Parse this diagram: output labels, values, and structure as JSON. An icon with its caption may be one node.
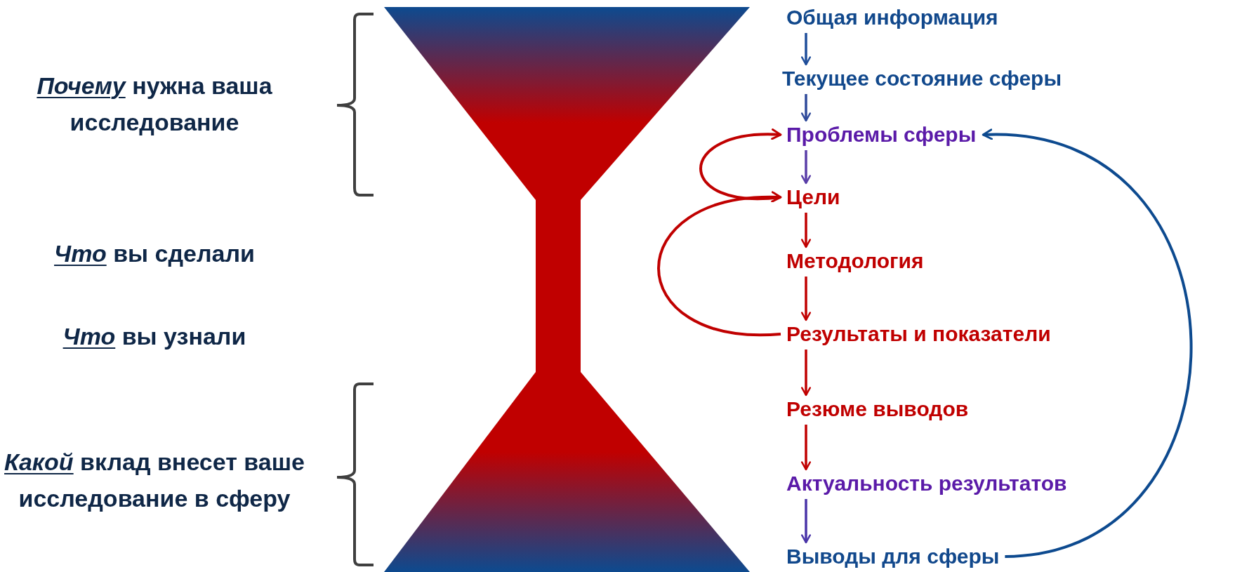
{
  "diagram": {
    "nodes": [
      {
        "text": [
          "Общая информация"
        ]
      },
      {
        "text": [
          "Текущее состояние сферы"
        ]
      },
      {
        "text": [
          "Проблемы сферы"
        ]
      },
      {
        "text": [
          "Цели"
        ]
      },
      {
        "text": [
          "Методология"
        ]
      },
      {
        "text": [
          "Результаты и показатели"
        ]
      },
      {
        "text": [
          "Резюме выводов"
        ]
      },
      {
        "text": [
          "Актуальность результатов"
        ]
      },
      {
        "text": [
          "Выводы для сферы"
        ]
      }
    ],
    "edges": [
      {
        "from": 0,
        "to": 1,
        "arrow": "to",
        "color": "#1f4e9a"
      },
      {
        "from": 1,
        "to": 2,
        "arrow": "to",
        "color": "#2f4a9a"
      },
      {
        "from": 2,
        "to": 3,
        "arrow": "to",
        "color": "#5a3ea8"
      },
      {
        "from": 3,
        "to": 4,
        "arrow": "to"
      },
      {
        "from": 4,
        "to": 5,
        "arrow": "to"
      },
      {
        "from": 5,
        "to": 6,
        "arrow": "to"
      },
      {
        "from": 6,
        "to": 7,
        "arrow": "to"
      },
      {
        "from": 7,
        "to": 8,
        "arrow": "to",
        "color": "#4a35a8"
      },
      {
        "from": 3,
        "to": 2,
        "arrow": "to"
      },
      {
        "from": 5,
        "to": 3,
        "arrow": "to"
      },
      {
        "from": 8,
        "to": 2,
        "arrow": "to",
        "color": "#0d4a8f"
      }
    ],
    "labels": [
      "*Почему* нужна ваша исследование",
      "*Что* вы сделали",
      "*Что* вы узнали",
      "*Какой* вклад внесет ваше исследование в сферу"
    ]
  }
}
